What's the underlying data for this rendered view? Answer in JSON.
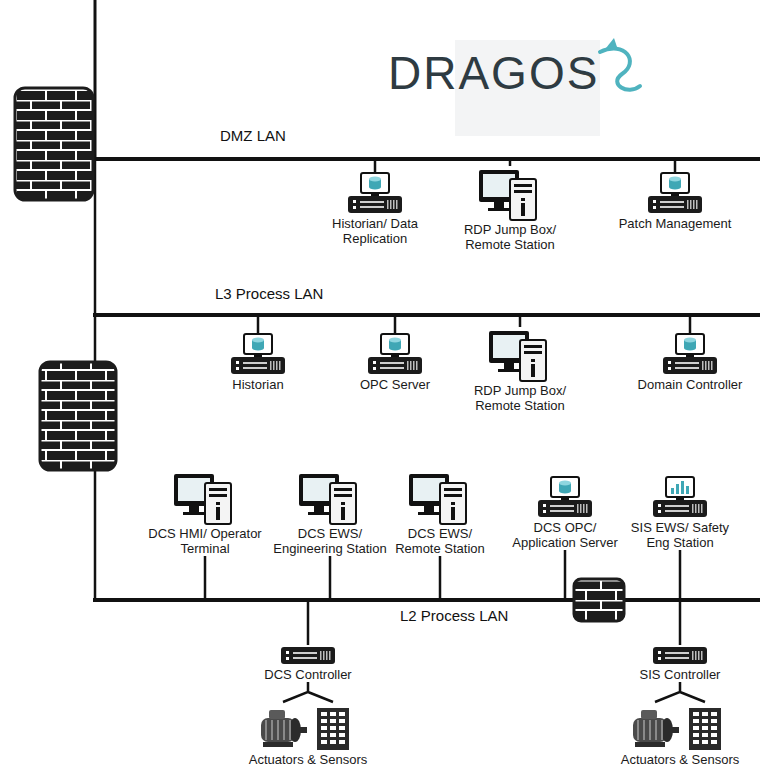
{
  "diagram": {
    "nodes": [
      {
        "text": [
          "DMZ LAN"
        ]
      },
      {
        "text": [
          "Historian/ Data Replication"
        ]
      },
      {
        "text": [
          "RDP Jump Box/ Remote Station"
        ]
      },
      {
        "text": [
          "Patch Management"
        ]
      },
      {
        "text": [
          "L3 Process LAN"
        ]
      },
      {
        "text": [
          "Historian"
        ]
      },
      {
        "text": [
          "OPC Server"
        ]
      },
      {
        "text": [
          "RDP Jump Box/ Remote Station"
        ]
      },
      {
        "text": [
          "Domain Controller"
        ]
      },
      {
        "text": [
          "L2 Process LAN"
        ]
      },
      {
        "text": [
          "DCS HMI/ Operator Terminal"
        ]
      },
      {
        "text": [
          "DCS EWS/ Engineering Station"
        ]
      },
      {
        "text": [
          "DCS EWS/ Remote Station"
        ]
      },
      {
        "text": [
          "DCS OPC/ Application Server"
        ]
      },
      {
        "text": [
          "SIS EWS/ Safety Eng Station"
        ]
      },
      {
        "text": [
          "DCS Controller"
        ]
      },
      {
        "text": [
          "Actuators & Sensors"
        ]
      },
      {
        "text": [
          "SIS Controller"
        ]
      },
      {
        "text": [
          "Actuators & Sensors"
        ]
      }
    ],
    "edges": [
      {
        "from": 0,
        "to": 4,
        "arrow": "none"
      },
      {
        "from": 0,
        "to": 1,
        "arrow": "none"
      },
      {
        "from": 0,
        "to": 2,
        "arrow": "none"
      },
      {
        "from": 0,
        "to": 3,
        "arrow": "none"
      },
      {
        "from": 4,
        "to": 5,
        "arrow": "none"
      },
      {
        "from": 4,
        "to": 6,
        "arrow": "none"
      },
      {
        "from": 4,
        "to": 7,
        "arrow": "none"
      },
      {
        "from": 4,
        "to": 8,
        "arrow": "none"
      },
      {
        "from": 4,
        "to": 9,
        "arrow": "none"
      },
      {
        "from": 9,
        "to": 10,
        "arrow": "none"
      },
      {
        "from": 9,
        "to": 11,
        "arrow": "none"
      },
      {
        "from": 9,
        "to": 12,
        "arrow": "none"
      },
      {
        "from": 9,
        "to": 13,
        "arrow": "none"
      },
      {
        "from": 9,
        "to": 14,
        "arrow": "none"
      },
      {
        "from": 9,
        "to": 15,
        "arrow": "none"
      },
      {
        "from": 15,
        "to": 16,
        "arrow": "none"
      },
      {
        "from": 9,
        "to": 17,
        "arrow": "none"
      },
      {
        "from": 17,
        "to": 18,
        "arrow": "none"
      }
    ],
    "labels": [
      "DRAGOS"
    ]
  }
}
